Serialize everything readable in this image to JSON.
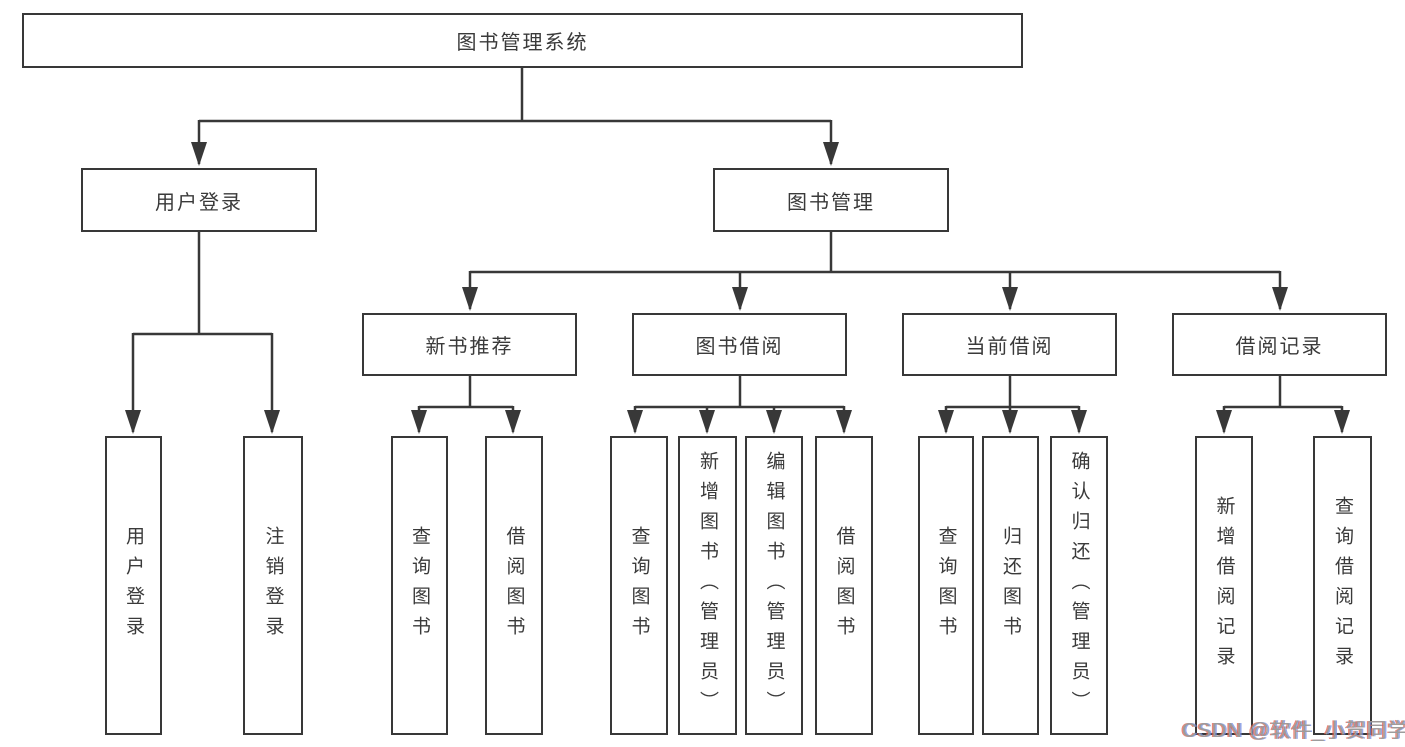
{
  "diagram": {
    "type": "hierarchy",
    "root": {
      "label": "图书管理系统"
    },
    "level2": [
      {
        "label": "用户登录",
        "parent": "图书管理系统"
      },
      {
        "label": "图书管理",
        "parent": "图书管理系统"
      }
    ],
    "level3": [
      {
        "label": "新书推荐",
        "parent": "图书管理"
      },
      {
        "label": "图书借阅",
        "parent": "图书管理"
      },
      {
        "label": "当前借阅",
        "parent": "图书管理"
      },
      {
        "label": "借阅记录",
        "parent": "图书管理"
      }
    ],
    "leaves": [
      {
        "label": "用户登录",
        "parent": "用户登录"
      },
      {
        "label": "注销登录",
        "parent": "用户登录"
      },
      {
        "label": "查询图书",
        "parent": "新书推荐"
      },
      {
        "label": "借阅图书",
        "parent": "新书推荐"
      },
      {
        "label": "查询图书",
        "parent": "图书借阅"
      },
      {
        "label": "新增图书（管理员）",
        "parent": "图书借阅"
      },
      {
        "label": "编辑图书（管理员）",
        "parent": "图书借阅"
      },
      {
        "label": "借阅图书",
        "parent": "图书借阅"
      },
      {
        "label": "查询图书",
        "parent": "当前借阅"
      },
      {
        "label": "归还图书",
        "parent": "当前借阅"
      },
      {
        "label": "确认归还（管理员）",
        "parent": "当前借阅"
      },
      {
        "label": "新增借阅记录",
        "parent": "借阅记录"
      },
      {
        "label": "查询借阅记录",
        "parent": "借阅记录"
      }
    ],
    "colors": {
      "line": "#383838",
      "text": "#3a3a3a",
      "background": "#ffffff",
      "watermark": "#9c9c9c"
    }
  },
  "watermark": {
    "text": "CSDN @软件_小贺同学"
  }
}
